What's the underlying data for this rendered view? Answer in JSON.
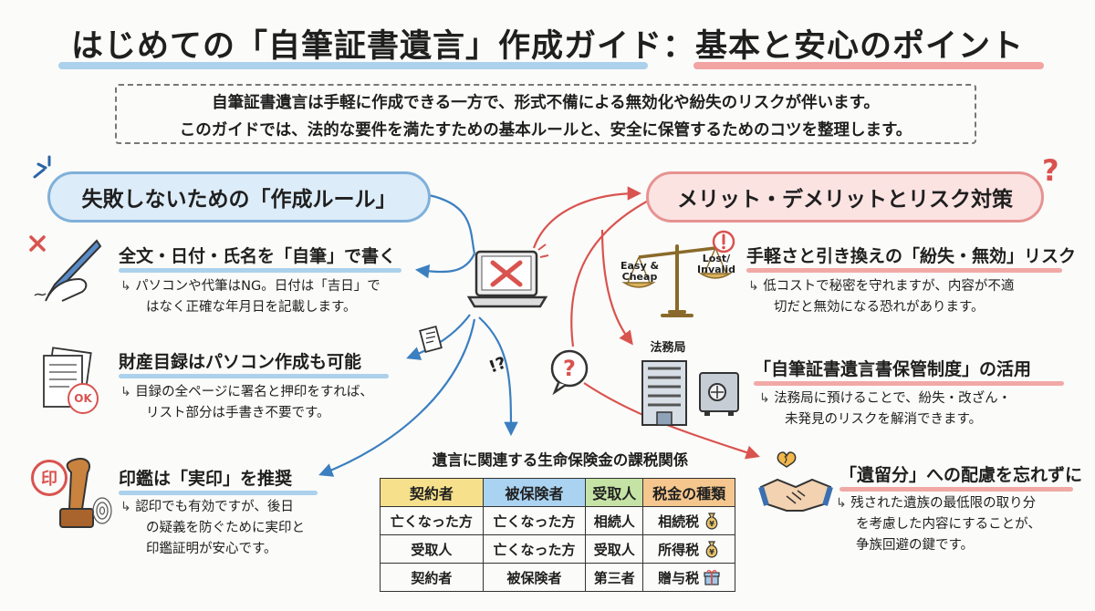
{
  "title": "はじめての「自筆証書遺言」作成ガイド：基本と安心のポイント",
  "intro": {
    "line1": "自筆証書遺言は手軽に作成できる一方で、形式不備による無効化や紛失のリスクが伴います。",
    "line2": "このガイドでは、法的な要件を満たすための基本ルールと、安全に保管するためのコツを整理します。"
  },
  "left_section": {
    "heading": "失敗しないための「作成ルール」",
    "items": [
      {
        "title": "全文・日付・氏名を「自筆」で書く",
        "line1": "パソコンや代筆はNG。日付は「吉日」で",
        "line2": "はなく正確な年月日を記載します。"
      },
      {
        "title": "財産目録はパソコン作成も可能",
        "line1": "目録の全ページに署名と押印をすれば、",
        "line2": "リスト部分は手書き不要です。"
      },
      {
        "title": "印鑑は「実印」を推奨",
        "line1": "認印でも有効ですが、後日",
        "line2": "の疑義を防ぐために実印と",
        "line3": "印鑑証明が安心です。"
      }
    ]
  },
  "right_section": {
    "heading": "メリット・デメリットとリスク対策",
    "items": [
      {
        "title": "手軽さと引き換えの「紛失・無効」リスク",
        "line1": "低コストで秘密を守れますが、内容が不適",
        "line2": "切だと無効になる恐れがあります。"
      },
      {
        "title": "「自筆証書遺言書保管制度」の活用",
        "line1": "法務局に預けることで、紛失・改ざん・",
        "line2": "未発見のリスクを解消できます。"
      },
      {
        "title": "「遺留分」への配慮を忘れずに",
        "line1": "残された遺族の最低限の取り分",
        "line2": "を考慮した内容にすることが、",
        "line3": "争族回避の鍵です。"
      }
    ]
  },
  "scale_labels": {
    "left": "Easy & Cheap",
    "right": "Lost/ Invalid"
  },
  "building_label": "法務局",
  "ok_stamp": "OK",
  "seal_char": "印",
  "tax_table": {
    "title": "遺言に関連する生命保険金の課税関係",
    "headers": [
      "契約者",
      "被保険者",
      "受取人",
      "税金の種類"
    ],
    "rows": [
      [
        "亡くなった方",
        "亡くなった方",
        "相続人",
        "相続税"
      ],
      [
        "受取人",
        "亡くなった方",
        "受取人",
        "所得税"
      ],
      [
        "契約者",
        "被保険者",
        "第三者",
        "贈与税"
      ]
    ],
    "row_icons": [
      "money-bag-icon",
      "yen-bag-icon",
      "gift-icon"
    ]
  },
  "colors": {
    "blue_accent": "#9cc9ea",
    "red_accent": "#ef9a98",
    "blue_arrow": "#3b7fc0",
    "red_arrow": "#d9534f"
  }
}
